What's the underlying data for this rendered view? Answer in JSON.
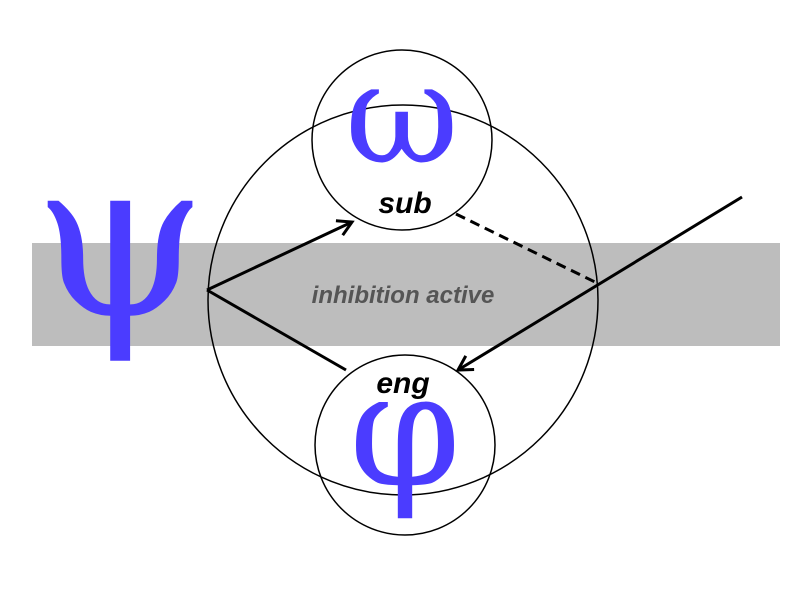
{
  "diagram": {
    "symbols": {
      "psi": "ψ",
      "omega": "ω",
      "phi": "φ"
    },
    "labels": {
      "band": "inhibition active",
      "top_circle": "sub",
      "bottom_circle": "eng"
    },
    "colors": {
      "symbol": "#4b3cff",
      "band": "#bdbdbd",
      "band_text": "#555555",
      "line": "#000000",
      "background": "#ffffff"
    }
  }
}
